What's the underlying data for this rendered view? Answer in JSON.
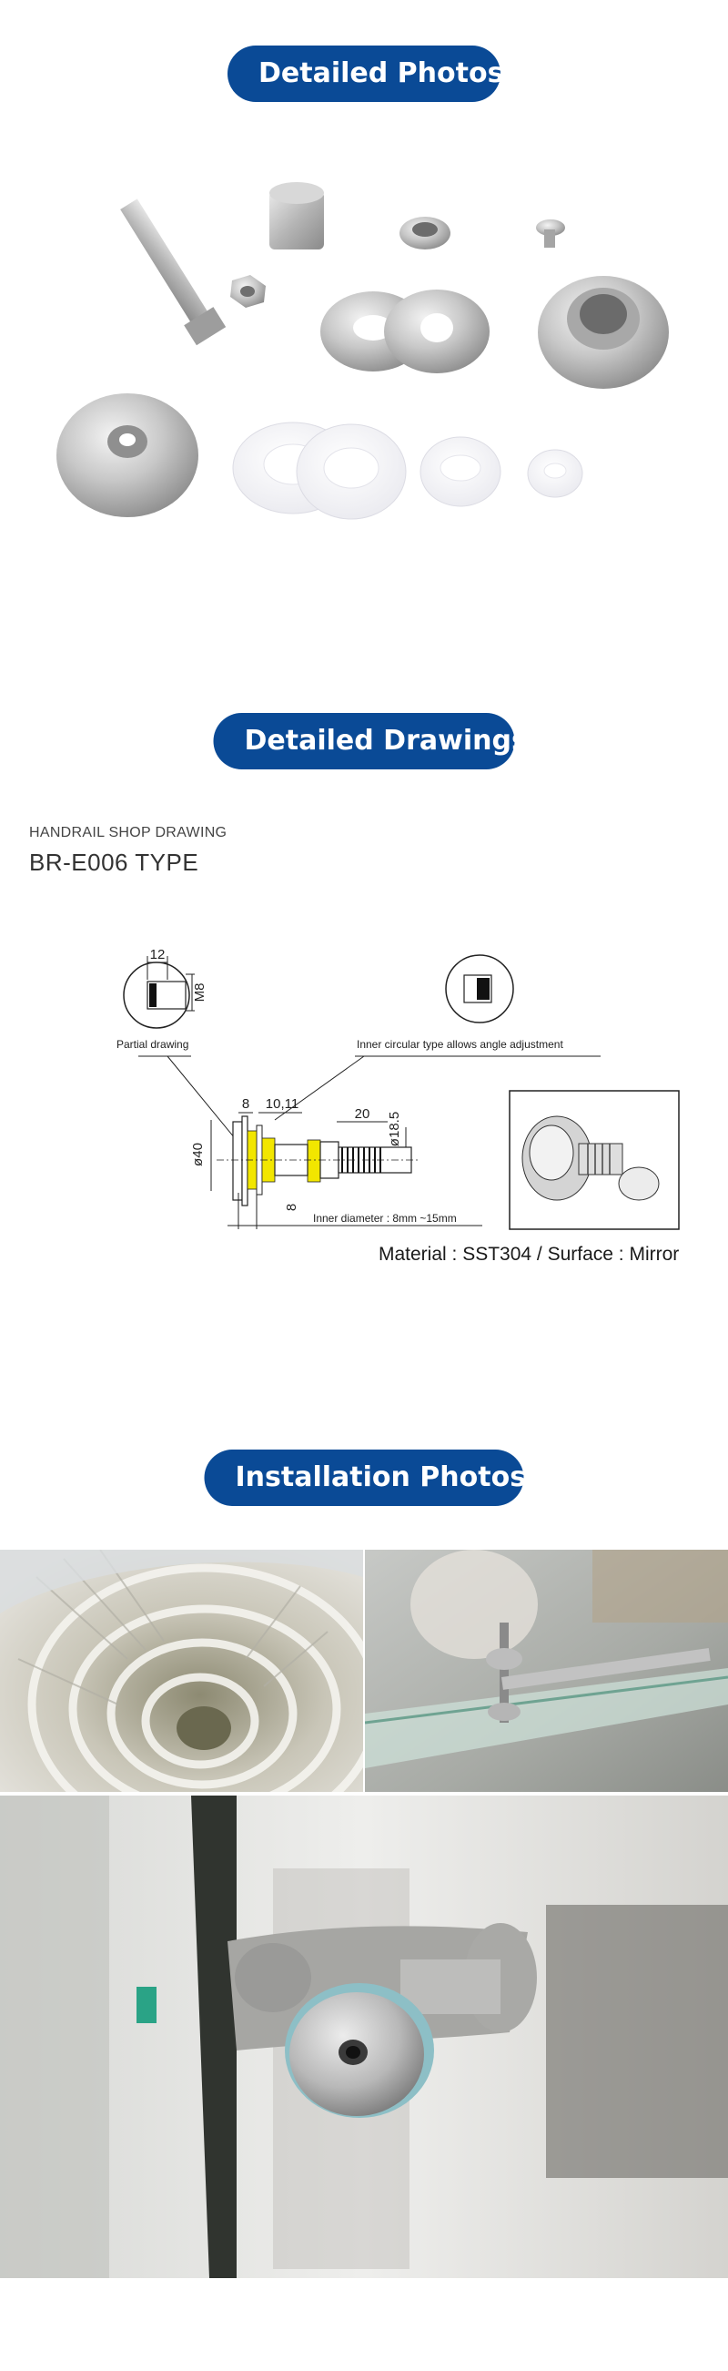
{
  "sections": {
    "photos_title": "Detailed Photos",
    "drawings_title": "Detailed Drawings",
    "install_title": "Installation Photos"
  },
  "drawing": {
    "shop_label": "HANDRAIL SHOP DRAWING",
    "type": "BR-E006 TYPE",
    "partial_label": "Partial drawing",
    "inner_label": "Inner circular type allows angle adjustment",
    "inner_diameter": "Inner diameter : 8mm ~15mm",
    "material": "Material : SST304 / Surface : Mirror",
    "dims": {
      "d12": "12",
      "m8": "M8",
      "d8a": "8",
      "d1011": "10,11",
      "d20": "20",
      "d185": "ø18.5",
      "d40": "ø40",
      "d8b": "8"
    }
  },
  "colors": {
    "accent": "#0a4a96",
    "highlight": "#f2e600"
  }
}
